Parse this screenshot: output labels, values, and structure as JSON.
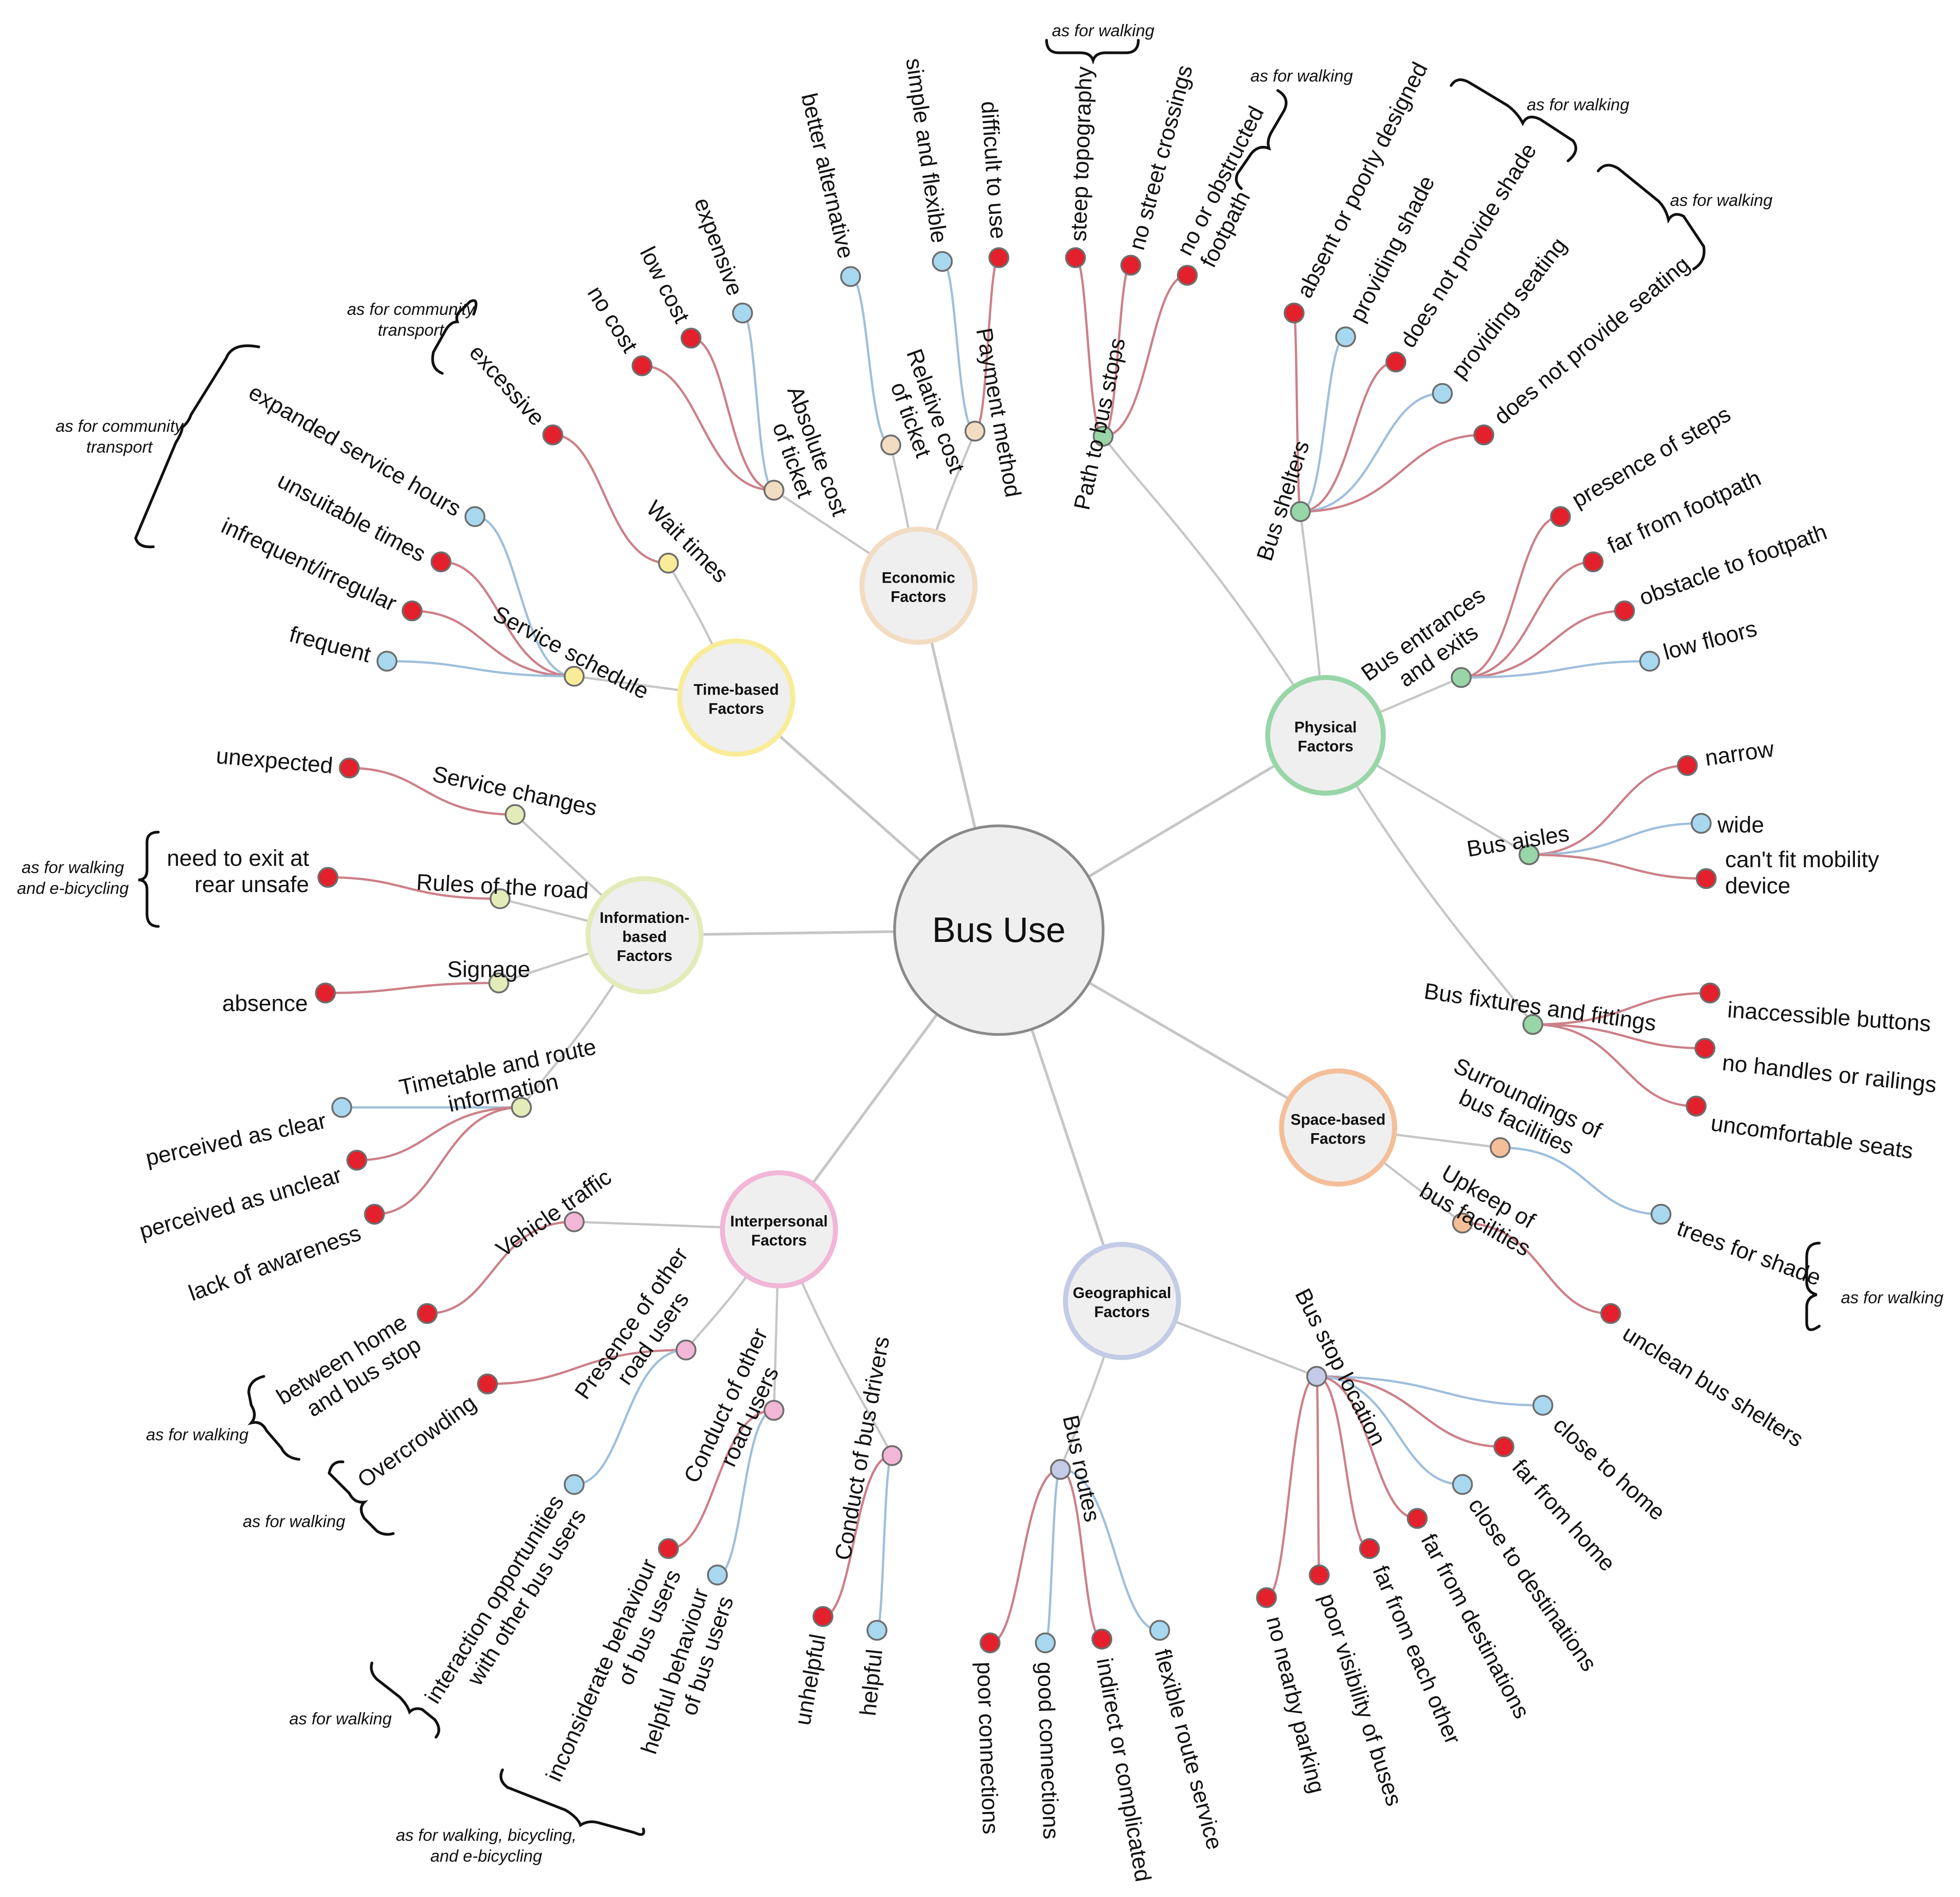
{
  "colors": {
    "negative": "#e3202b",
    "positive": "#a8d8f0",
    "link_negative": "#cc8088",
    "link_positive": "#9fbfdc",
    "link_main": "#c6c6c6",
    "hub_fill": "#efefef",
    "hub_border": "#8a8a8a"
  },
  "center": {
    "label": "Bus Use"
  },
  "categories": [
    {
      "key": "physical",
      "label_lines": [
        "Physical",
        "Factors"
      ],
      "color": "#98d6a8",
      "subfactors": [
        {
          "label_lines": [
            "Bus shelters"
          ],
          "leaves": [
            {
              "label_lines": [
                "absent or poorly designed"
              ],
              "polarity": "negative"
            },
            {
              "label_lines": [
                "providing shade"
              ],
              "polarity": "positive"
            },
            {
              "label_lines": [
                "does not provide shade"
              ],
              "polarity": "negative"
            },
            {
              "label_lines": [
                "providing seating"
              ],
              "polarity": "positive"
            },
            {
              "label_lines": [
                "does not provide seating"
              ],
              "polarity": "negative"
            }
          ]
        },
        {
          "label_lines": [
            "Bus entrances",
            "and exits"
          ],
          "leaves": [
            {
              "label_lines": [
                "presence of steps"
              ],
              "polarity": "negative"
            },
            {
              "label_lines": [
                "far from footpath"
              ],
              "polarity": "negative"
            },
            {
              "label_lines": [
                "obstacle to footpath"
              ],
              "polarity": "negative"
            },
            {
              "label_lines": [
                "low floors"
              ],
              "polarity": "positive"
            }
          ]
        },
        {
          "label_lines": [
            "Bus aisles"
          ],
          "leaves": [
            {
              "label_lines": [
                "narrow"
              ],
              "polarity": "negative"
            },
            {
              "label_lines": [
                "wide"
              ],
              "polarity": "positive"
            },
            {
              "label_lines": [
                "can't fit mobility",
                "device"
              ],
              "polarity": "negative"
            }
          ]
        },
        {
          "label_lines": [
            "Bus fixtures and fittings"
          ],
          "leaves": [
            {
              "label_lines": [
                "inaccessible buttons"
              ],
              "polarity": "negative"
            },
            {
              "label_lines": [
                "no handles or railings"
              ],
              "polarity": "negative"
            },
            {
              "label_lines": [
                "uncomfortable seats"
              ],
              "polarity": "negative"
            }
          ]
        },
        {
          "label_lines": [
            "Path to bus stops"
          ],
          "leaves": [
            {
              "label_lines": [
                "steep topography"
              ],
              "polarity": "negative"
            },
            {
              "label_lines": [
                "no street crossings"
              ],
              "polarity": "negative"
            },
            {
              "label_lines": [
                "no or obstructed",
                "footpath"
              ],
              "polarity": "negative"
            }
          ]
        }
      ]
    },
    {
      "key": "space",
      "label_lines": [
        "Space-based",
        "Factors"
      ],
      "color": "#f4bf98",
      "subfactors": [
        {
          "label_lines": [
            "Surroundings of",
            "bus facilities"
          ],
          "leaves": [
            {
              "label_lines": [
                "trees for shade"
              ],
              "polarity": "positive"
            }
          ]
        },
        {
          "label_lines": [
            "Upkeep of",
            "bus facilities"
          ],
          "leaves": [
            {
              "label_lines": [
                "unclean bus shelters"
              ],
              "polarity": "negative"
            }
          ]
        }
      ]
    },
    {
      "key": "geographical",
      "label_lines": [
        "Geographical",
        "Factors"
      ],
      "color": "#c4cbe6",
      "subfactors": [
        {
          "label_lines": [
            "Bus stop location"
          ],
          "leaves": [
            {
              "label_lines": [
                "close to home"
              ],
              "polarity": "positive"
            },
            {
              "label_lines": [
                "far from home"
              ],
              "polarity": "negative"
            },
            {
              "label_lines": [
                "close to destinations"
              ],
              "polarity": "positive"
            },
            {
              "label_lines": [
                "far from destinations"
              ],
              "polarity": "negative"
            },
            {
              "label_lines": [
                "far from each other"
              ],
              "polarity": "negative"
            },
            {
              "label_lines": [
                "poor visibility of buses"
              ],
              "polarity": "negative"
            },
            {
              "label_lines": [
                "no nearby parking"
              ],
              "polarity": "negative"
            }
          ]
        },
        {
          "label_lines": [
            "Bus routes"
          ],
          "leaves": [
            {
              "label_lines": [
                "poor connections"
              ],
              "polarity": "negative"
            },
            {
              "label_lines": [
                "good connections"
              ],
              "polarity": "positive"
            },
            {
              "label_lines": [
                "indirect or complicated"
              ],
              "polarity": "negative"
            },
            {
              "label_lines": [
                "flexible route service"
              ],
              "polarity": "positive"
            }
          ]
        }
      ]
    },
    {
      "key": "interpersonal",
      "label_lines": [
        "Interpersonal",
        "Factors"
      ],
      "color": "#f2b6d6",
      "subfactors": [
        {
          "label_lines": [
            "Vehicle traffic"
          ],
          "leaves": [
            {
              "label_lines": [
                "between home",
                "and bus stop"
              ],
              "polarity": "negative"
            }
          ]
        },
        {
          "label_lines": [
            "Presence of other",
            "road users"
          ],
          "leaves": [
            {
              "label_lines": [
                "Overcrowding"
              ],
              "polarity": "negative"
            },
            {
              "label_lines": [
                "interaction opportunities",
                "with other bus users"
              ],
              "polarity": "positive"
            }
          ]
        },
        {
          "label_lines": [
            "Conduct of other",
            "road users"
          ],
          "leaves": [
            {
              "label_lines": [
                "inconsiderate behaviour",
                "of bus users"
              ],
              "polarity": "negative"
            },
            {
              "label_lines": [
                "helpful behaviour",
                "of bus users"
              ],
              "polarity": "positive"
            }
          ]
        },
        {
          "label_lines": [
            "Conduct of bus drivers"
          ],
          "leaves": [
            {
              "label_lines": [
                "unhelpful"
              ],
              "polarity": "negative"
            },
            {
              "label_lines": [
                "helpful"
              ],
              "polarity": "positive"
            }
          ]
        }
      ]
    },
    {
      "key": "information",
      "label_lines": [
        "Information-",
        "based",
        "Factors"
      ],
      "color": "#e3ecb8",
      "subfactors": [
        {
          "label_lines": [
            "Service changes"
          ],
          "leaves": [
            {
              "label_lines": [
                "unexpected"
              ],
              "polarity": "negative"
            }
          ]
        },
        {
          "label_lines": [
            "Rules of the road"
          ],
          "leaves": [
            {
              "label_lines": [
                "need to exit at",
                "rear unsafe"
              ],
              "polarity": "negative"
            }
          ]
        },
        {
          "label_lines": [
            "Signage"
          ],
          "leaves": [
            {
              "label_lines": [
                "absence"
              ],
              "polarity": "negative"
            }
          ]
        },
        {
          "label_lines": [
            "Timetable and route",
            "information"
          ],
          "leaves": [
            {
              "label_lines": [
                "perceived as clear"
              ],
              "polarity": "positive"
            },
            {
              "label_lines": [
                "perceived as unclear"
              ],
              "polarity": "negative"
            },
            {
              "label_lines": [
                "lack of awareness"
              ],
              "polarity": "negative"
            }
          ]
        }
      ]
    },
    {
      "key": "time",
      "label_lines": [
        "Time-based",
        "Factors"
      ],
      "color": "#f9ec98",
      "subfactors": [
        {
          "label_lines": [
            "Service schedule"
          ],
          "leaves": [
            {
              "label_lines": [
                "expanded service hours"
              ],
              "polarity": "positive"
            },
            {
              "label_lines": [
                "unsuitable times"
              ],
              "polarity": "negative"
            },
            {
              "label_lines": [
                "infrequent/irregular"
              ],
              "polarity": "negative"
            },
            {
              "label_lines": [
                "frequent"
              ],
              "polarity": "positive"
            }
          ]
        },
        {
          "label_lines": [
            "Wait times"
          ],
          "leaves": [
            {
              "label_lines": [
                "excessive"
              ],
              "polarity": "negative"
            }
          ]
        }
      ]
    },
    {
      "key": "economic",
      "label_lines": [
        "Economic",
        "Factors"
      ],
      "color": "#f2dcc2",
      "subfactors": [
        {
          "label_lines": [
            "Absolute cost",
            "of ticket"
          ],
          "leaves": [
            {
              "label_lines": [
                "no cost"
              ],
              "polarity": "negative"
            },
            {
              "label_lines": [
                "low cost"
              ],
              "polarity": "negative"
            },
            {
              "label_lines": [
                "expensive"
              ],
              "polarity": "positive"
            }
          ]
        },
        {
          "label_lines": [
            "Relative cost",
            "of ticket"
          ],
          "leaves": [
            {
              "label_lines": [
                "better alternative"
              ],
              "polarity": "positive"
            }
          ]
        },
        {
          "label_lines": [
            "Payment method"
          ],
          "leaves": [
            {
              "label_lines": [
                "simple and flexible"
              ],
              "polarity": "positive"
            },
            {
              "label_lines": [
                "difficult to use"
              ],
              "polarity": "negative"
            }
          ]
        }
      ]
    }
  ],
  "annotations": [
    {
      "label_lines": [
        "as for walking"
      ]
    },
    {
      "label_lines": [
        "as for walking"
      ]
    },
    {
      "label_lines": [
        "as for walking"
      ]
    },
    {
      "label_lines": [
        "as for walking"
      ]
    },
    {
      "label_lines": [
        "as for community",
        "transport"
      ]
    },
    {
      "label_lines": [
        "as for community",
        "transport"
      ]
    },
    {
      "label_lines": [
        "as for walking",
        "and e-bicycling"
      ]
    },
    {
      "label_lines": [
        "as for walking"
      ]
    },
    {
      "label_lines": [
        "as for walking"
      ]
    },
    {
      "label_lines": [
        "as for walking"
      ]
    },
    {
      "label_lines": [
        "as for walking"
      ]
    },
    {
      "label_lines": [
        "as for walking, bicycling,",
        "and e-bicycling"
      ]
    }
  ]
}
